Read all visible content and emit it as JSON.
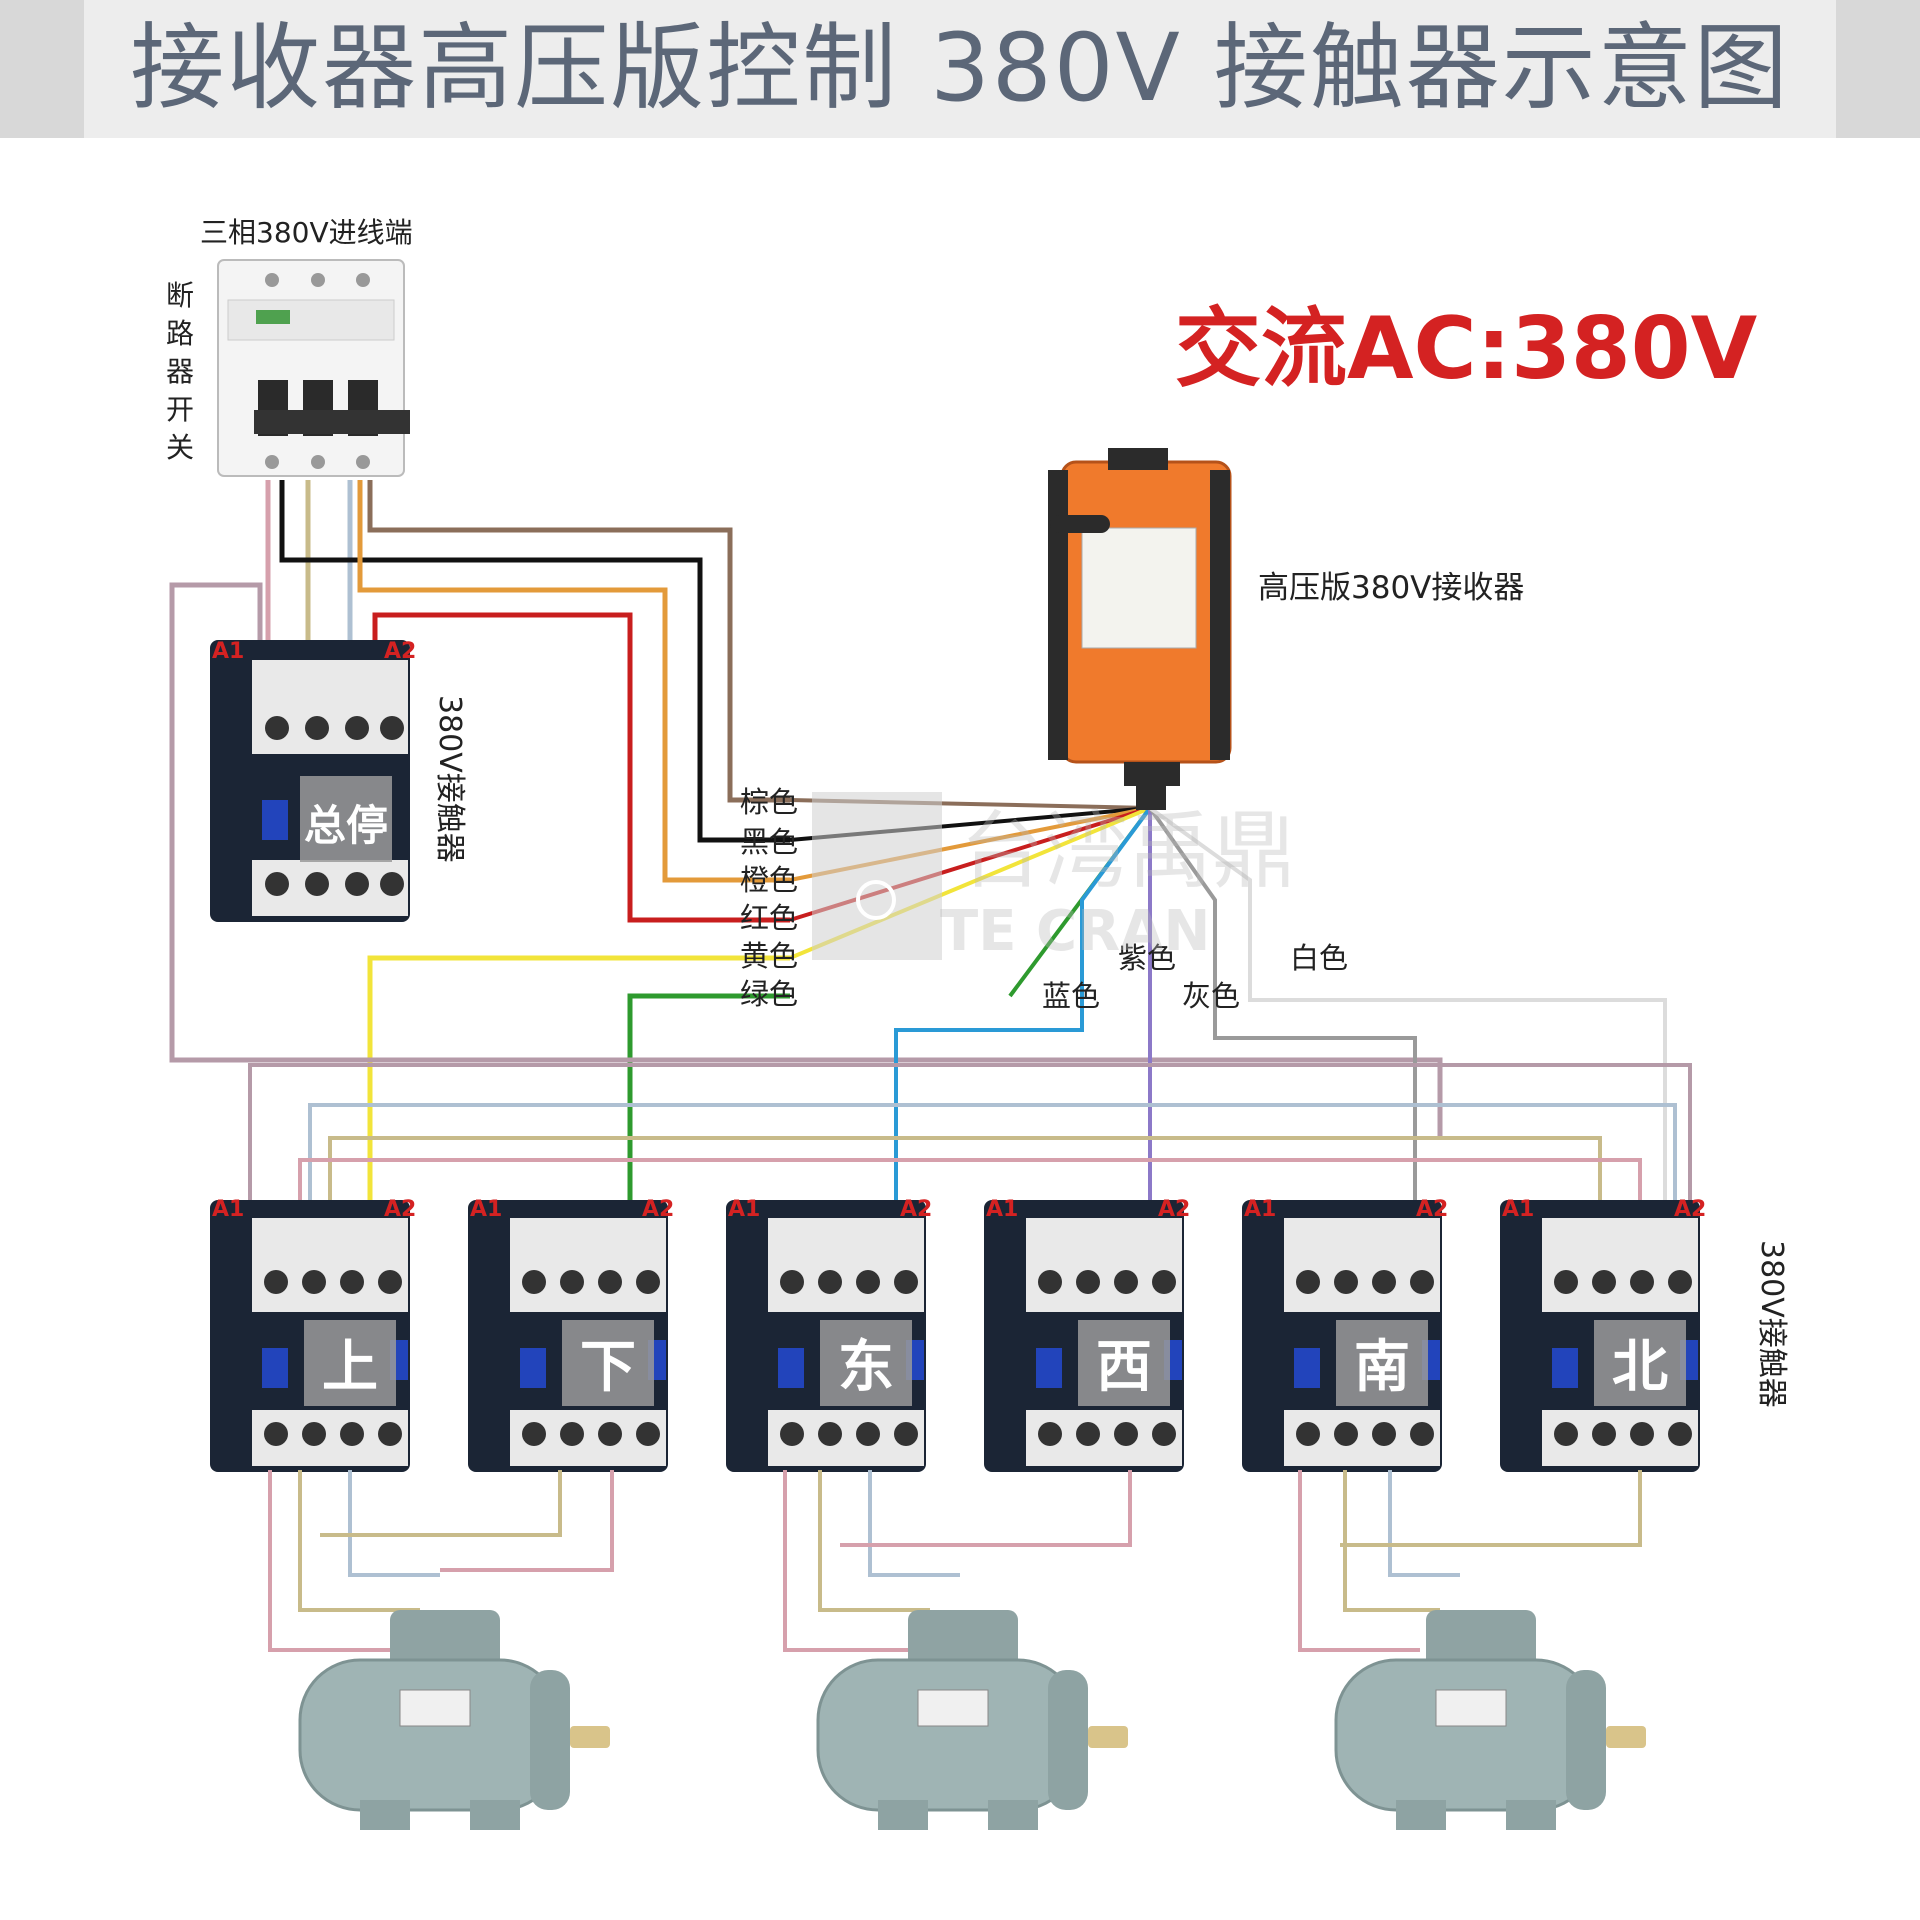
{
  "title": "接收器高压版控制 380V 接触器示意图",
  "ac_label": "交流AC:380V",
  "input_label": "三相380V进线端",
  "breaker_label": [
    "断",
    "路",
    "器",
    "开",
    "关"
  ],
  "receiver_label": "高压版380V接收器",
  "contactor_side_label": "380V接触器",
  "master_contactor": {
    "name": "总停",
    "a1": "A1",
    "a2": "A2"
  },
  "contactors": [
    {
      "name": "上",
      "a1": "A1",
      "a2": "A2"
    },
    {
      "name": "下",
      "a1": "A1",
      "a2": "A2"
    },
    {
      "name": "东",
      "a1": "A1",
      "a2": "A2"
    },
    {
      "name": "西",
      "a1": "A1",
      "a2": "A2"
    },
    {
      "name": "南",
      "a1": "A1",
      "a2": "A2"
    },
    {
      "name": "北",
      "a1": "A1",
      "a2": "A2"
    }
  ],
  "wire_labels_left": [
    "棕色",
    "黑色",
    "橙色",
    "红色",
    "黄色",
    "绿色"
  ],
  "wire_labels_right": {
    "blue": "蓝色",
    "purple": "紫色",
    "gray": "灰色",
    "white": "白色"
  },
  "watermark": {
    "line1": "台湾禹鼎",
    "line2": "TE   CRAN"
  },
  "colors": {
    "brown": "#8b6e5a",
    "black": "#111111",
    "orange": "#e39a3a",
    "red": "#c81e1e",
    "yellow": "#f2e43a",
    "green": "#2e9a2e",
    "blue": "#2a9ad6",
    "purple": "#8c79c8",
    "gray": "#9a9a9a",
    "white": "#dcdcdc",
    "phase1": "#d6a0ac",
    "phase2": "#c8bb8a",
    "phase3": "#aec0d2",
    "accent_red": "#d42222",
    "receiver_orange": "#f07a2c",
    "contactor_body": "#1b2535"
  }
}
